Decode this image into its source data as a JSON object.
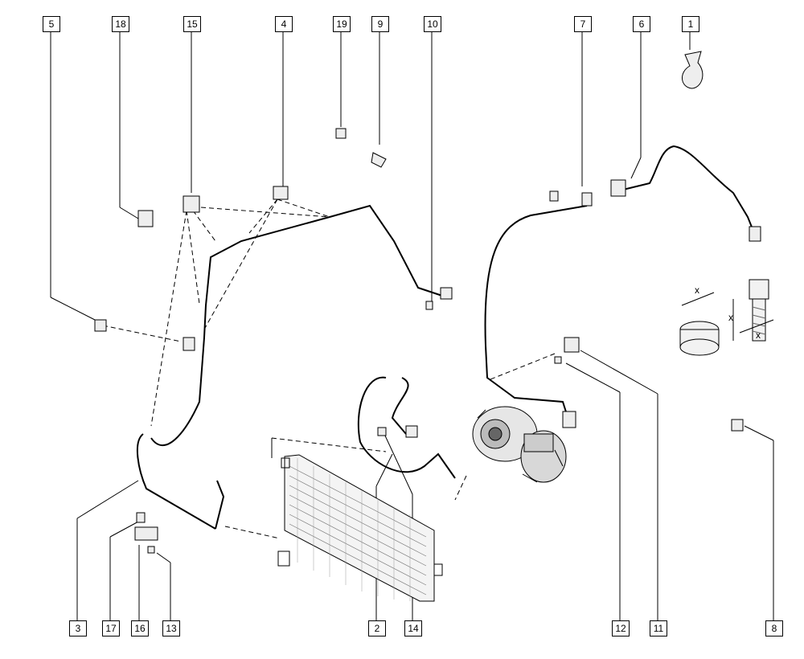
{
  "callouts": {
    "c1": "1",
    "c2": "2",
    "c3": "3",
    "c4": "4",
    "c5": "5",
    "c6": "6",
    "c7": "7",
    "c8": "8",
    "c9": "9",
    "c10": "10",
    "c11": "11",
    "c12": "12",
    "c13": "13",
    "c14": "14",
    "c15": "15",
    "c16": "16",
    "c17": "17",
    "c18": "18",
    "c19": "19"
  },
  "dimension_label": "x"
}
